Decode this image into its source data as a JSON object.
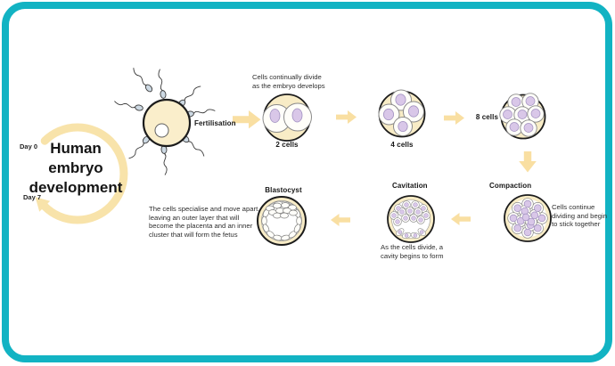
{
  "diagram": {
    "cycle": {
      "title": "Human\nembryo\ndevelopment",
      "day_start": "Day 0",
      "day_end": "Day 7"
    },
    "stages": {
      "fertilisation": {
        "label": "Fertilisation"
      },
      "two_cells": {
        "label": "2 cells",
        "note": "Cells continually divide\nas the embryo develops"
      },
      "four_cells": {
        "label": "4 cells"
      },
      "eight_cells": {
        "label": "8 cells"
      },
      "compaction": {
        "label": "Compaction",
        "note": "Cells continue\ndividing and begin\nto stick together"
      },
      "cavitation": {
        "label": "Cavitation",
        "note": "As the cells divide, a\ncavity begins to form"
      },
      "blastocyst": {
        "label": "Blastocyst",
        "note": "The cells specialise and move apart,\nleaving an outer layer that will\nbecome the placenta and an inner\ncluster that will form the fetus"
      }
    },
    "colors": {
      "border_teal": "#12b3c3",
      "arrow_cream": "#f9dfa2",
      "cycle_arrow_cream": "#f8e3aa",
      "embryo_cream": "#f8ecc6",
      "nucleus_lavender": "#d9c7e8",
      "outline_black": "#1c1c1c"
    }
  }
}
